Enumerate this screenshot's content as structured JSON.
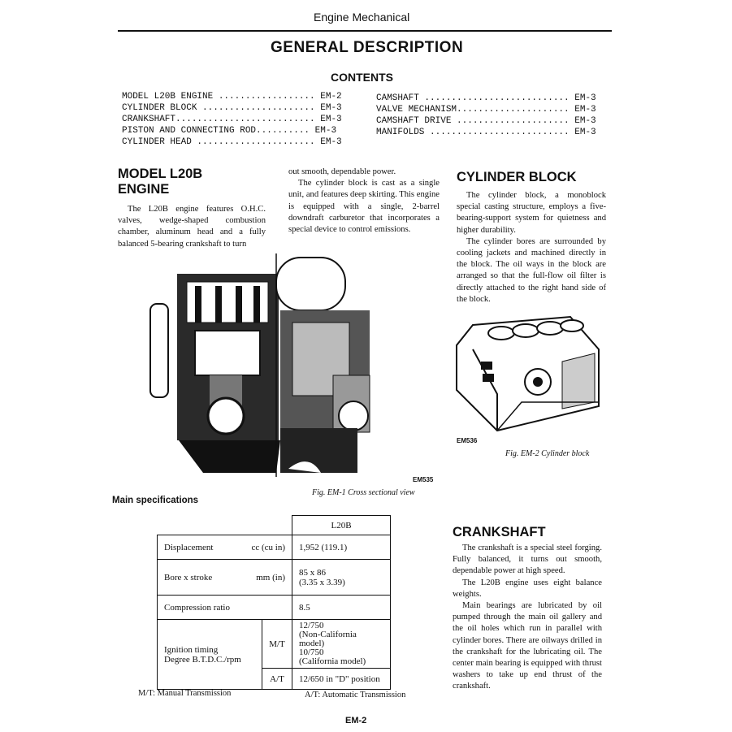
{
  "header": {
    "section": "Engine Mechanical"
  },
  "title": "GENERAL DESCRIPTION",
  "contents": {
    "heading": "CONTENTS",
    "left": [
      {
        "label": "MODEL L20B ENGINE ..................",
        "page": "EM-2"
      },
      {
        "label": "CYLINDER BLOCK .....................",
        "page": "EM-3"
      },
      {
        "label": "CRANKSHAFT..........................",
        "page": "EM-3"
      },
      {
        "label": "PISTON AND CONNECTING ROD..........",
        "page": "EM-3"
      },
      {
        "label": "CYLINDER HEAD ......................",
        "page": "EM-3"
      }
    ],
    "right": [
      {
        "label": "CAMSHAFT ...........................",
        "page": "EM-3"
      },
      {
        "label": "VALVE MECHANISM.....................",
        "page": "EM-3"
      },
      {
        "label": "CAMSHAFT DRIVE .....................",
        "page": "EM-3"
      },
      {
        "label": "MANIFOLDS ..........................",
        "page": "EM-3"
      }
    ]
  },
  "model_section": {
    "heading": "MODEL L20B ENGINE",
    "col1": "The L20B engine features O.H.C. valves, wedge-shaped combustion chamber, aluminum head and a fully balanced 5-bearing crankshaft to turn",
    "col2_p1": "out smooth, dependable power.",
    "col2_p2": "The cylinder block is cast as a single unit, and features deep skirting. This engine is equipped with a single, 2-barrel downdraft carburetor that incorporates a special device to control emissions."
  },
  "figure1": {
    "code": "EM535",
    "caption": "Fig. EM-1  Cross sectional view"
  },
  "cylinder_block": {
    "heading": "CYLINDER BLOCK",
    "p1": "The cylinder block, a monoblock special casting structure, employs a five-bearing-support system for quietness and higher durability.",
    "p2": "The cylinder bores are surrounded by cooling jackets and machined directly in the block. The oil ways in the block are arranged so that the full-flow oil filter is directly attached to the right hand side of the block."
  },
  "figure2": {
    "code": "EM536",
    "caption": "Fig. EM-2  Cylinder block"
  },
  "specs": {
    "heading": "Main specifications",
    "col_header": "L20B",
    "displacement_label": "Displacement",
    "displacement_unit": "cc (cu in)",
    "displacement_value": "1,952 (119.1)",
    "bore_label": "Bore x stroke",
    "bore_unit": "mm (in)",
    "bore_value_1": "85 x 86",
    "bore_value_2": "(3.35 x 3.39)",
    "compression_label": "Compression ratio",
    "compression_value": "8.5",
    "ignition_label_1": "Ignition timing",
    "ignition_label_2": "Degree B.T.D.C./rpm",
    "mt_label": "M/T",
    "mt_value_1": "12/750",
    "mt_value_2": "(Non-California model)",
    "mt_value_3": "10/750",
    "mt_value_4": "(California model)",
    "at_label": "A/T",
    "at_value": "12/650 in \"D\" position",
    "note_mt": "M/T:  Manual Transmission",
    "note_at": "A/T:  Automatic Transmission"
  },
  "crankshaft": {
    "heading": "CRANKSHAFT",
    "p1": "The crankshaft is a special steel forging. Fully balanced, it turns out smooth, dependable power at high speed.",
    "p2": "The L20B engine uses eight balance weights.",
    "p3": "Main bearings are lubricated by oil pumped through the main oil gallery and the oil holes which run in parallel with cylinder bores. There are oilways drilled in the crankshaft for the lubricating oil. The center main bearing is equipped with thrust washers to take up end thrust of the crankshaft."
  },
  "page_number": "EM-2"
}
